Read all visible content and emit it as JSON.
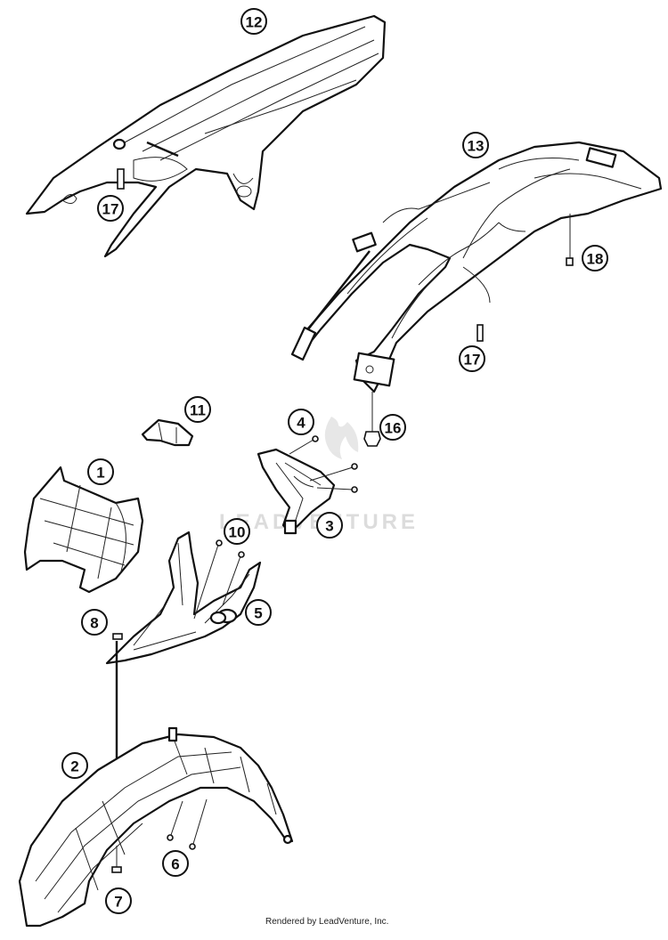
{
  "diagram": {
    "callouts": [
      {
        "id": "callout-1",
        "label": "1"
      },
      {
        "id": "callout-2",
        "label": "2"
      },
      {
        "id": "callout-3",
        "label": "3"
      },
      {
        "id": "callout-4",
        "label": "4"
      },
      {
        "id": "callout-5",
        "label": "5"
      },
      {
        "id": "callout-6",
        "label": "6"
      },
      {
        "id": "callout-7",
        "label": "7"
      },
      {
        "id": "callout-8",
        "label": "8"
      },
      {
        "id": "callout-10",
        "label": "10"
      },
      {
        "id": "callout-11",
        "label": "11"
      },
      {
        "id": "callout-12",
        "label": "12"
      },
      {
        "id": "callout-13",
        "label": "13"
      },
      {
        "id": "callout-16",
        "label": "16"
      },
      {
        "id": "callout-17a",
        "label": "17"
      },
      {
        "id": "callout-17b",
        "label": "17"
      },
      {
        "id": "callout-18",
        "label": "18"
      }
    ],
    "watermark": "LEADVENTURE",
    "footer": "Rendered by LeadVenture, Inc."
  }
}
